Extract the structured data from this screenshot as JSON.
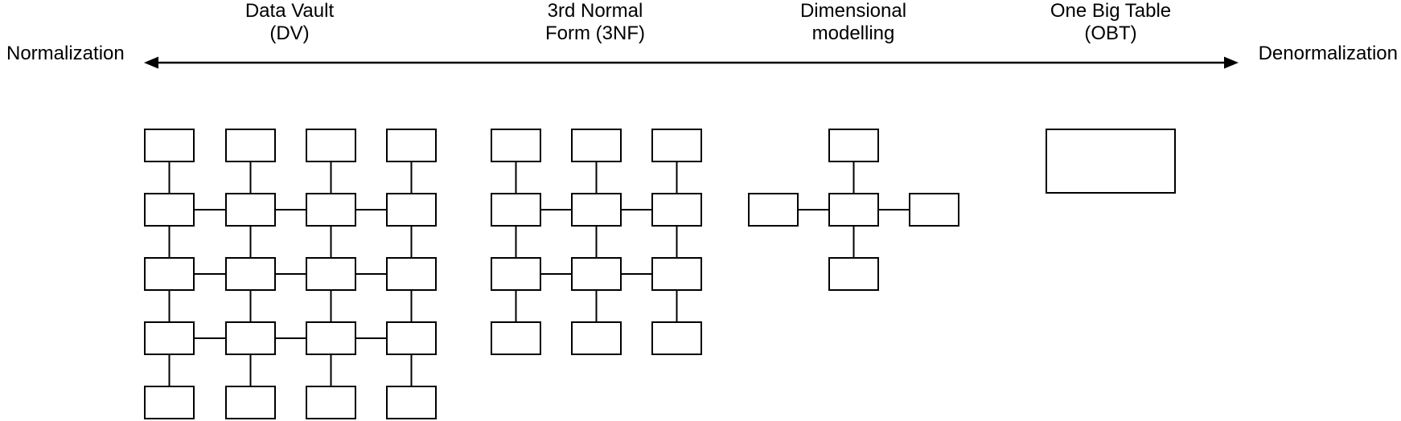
{
  "spectrum": {
    "left_label": "Normalization",
    "right_label": "Denormalization",
    "arrow_style": "double-headed"
  },
  "approaches": [
    {
      "id": "data_vault",
      "label_line1": "Data Vault",
      "label_line2": "(DV)"
    },
    {
      "id": "third_normal_form",
      "label_line1": "3rd Normal",
      "label_line2": "Form (3NF)"
    },
    {
      "id": "dimensional",
      "label_line1": "Dimensional",
      "label_line2": "modelling"
    },
    {
      "id": "one_big_table",
      "label_line1": "One Big Table",
      "label_line2": "(OBT)"
    }
  ],
  "diagrams": {
    "data_vault": {
      "type": "grid",
      "columns": 4,
      "rows": 5,
      "box_count": 20,
      "horizontal_link_rows": [
        2,
        3,
        4
      ]
    },
    "third_normal_form": {
      "type": "grid",
      "columns": 3,
      "rows": 4,
      "box_count": 12,
      "horizontal_link_rows": [
        2,
        3
      ]
    },
    "dimensional": {
      "type": "star",
      "center_boxes": 1,
      "satellite_boxes": 4,
      "box_count": 5
    },
    "one_big_table": {
      "type": "single",
      "box_count": 1
    }
  },
  "colors": {
    "background": "#ffffff",
    "stroke": "#000000",
    "text": "#000000"
  }
}
